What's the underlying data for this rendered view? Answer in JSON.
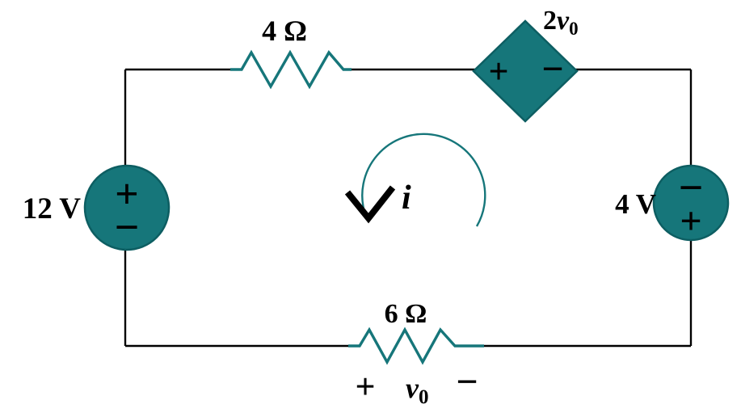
{
  "diagram": {
    "type": "single-loop-circuit",
    "colors": {
      "accent": "#16767A",
      "accent_dark": "#0D5E62",
      "wire": "#000000",
      "text": "#000000",
      "background": "#FFFFFF"
    },
    "labels": {
      "resistor_top": "4 Ω",
      "resistor_bottom": "6 Ω",
      "source_left": "12 V",
      "source_right": "4 V",
      "dep_coeff": "2",
      "v_var": "v",
      "v_sub": "0",
      "current": "i",
      "plus": "+",
      "minus": "−"
    },
    "elements": [
      {
        "kind": "independent-voltage-source",
        "value": "12 V",
        "position": "left",
        "polarity": "plus-top"
      },
      {
        "kind": "resistor",
        "value": "4 Ω",
        "position": "top-left"
      },
      {
        "kind": "dependent-voltage-source",
        "value": "2v0",
        "position": "top-right",
        "polarity": "plus-left"
      },
      {
        "kind": "independent-voltage-source",
        "value": "4 V",
        "position": "right",
        "polarity": "minus-top"
      },
      {
        "kind": "resistor",
        "value": "6 Ω",
        "position": "bottom",
        "measured_voltage": "v0",
        "polarity": "plus-left"
      },
      {
        "kind": "loop-current",
        "value": "i",
        "position": "center"
      }
    ]
  }
}
